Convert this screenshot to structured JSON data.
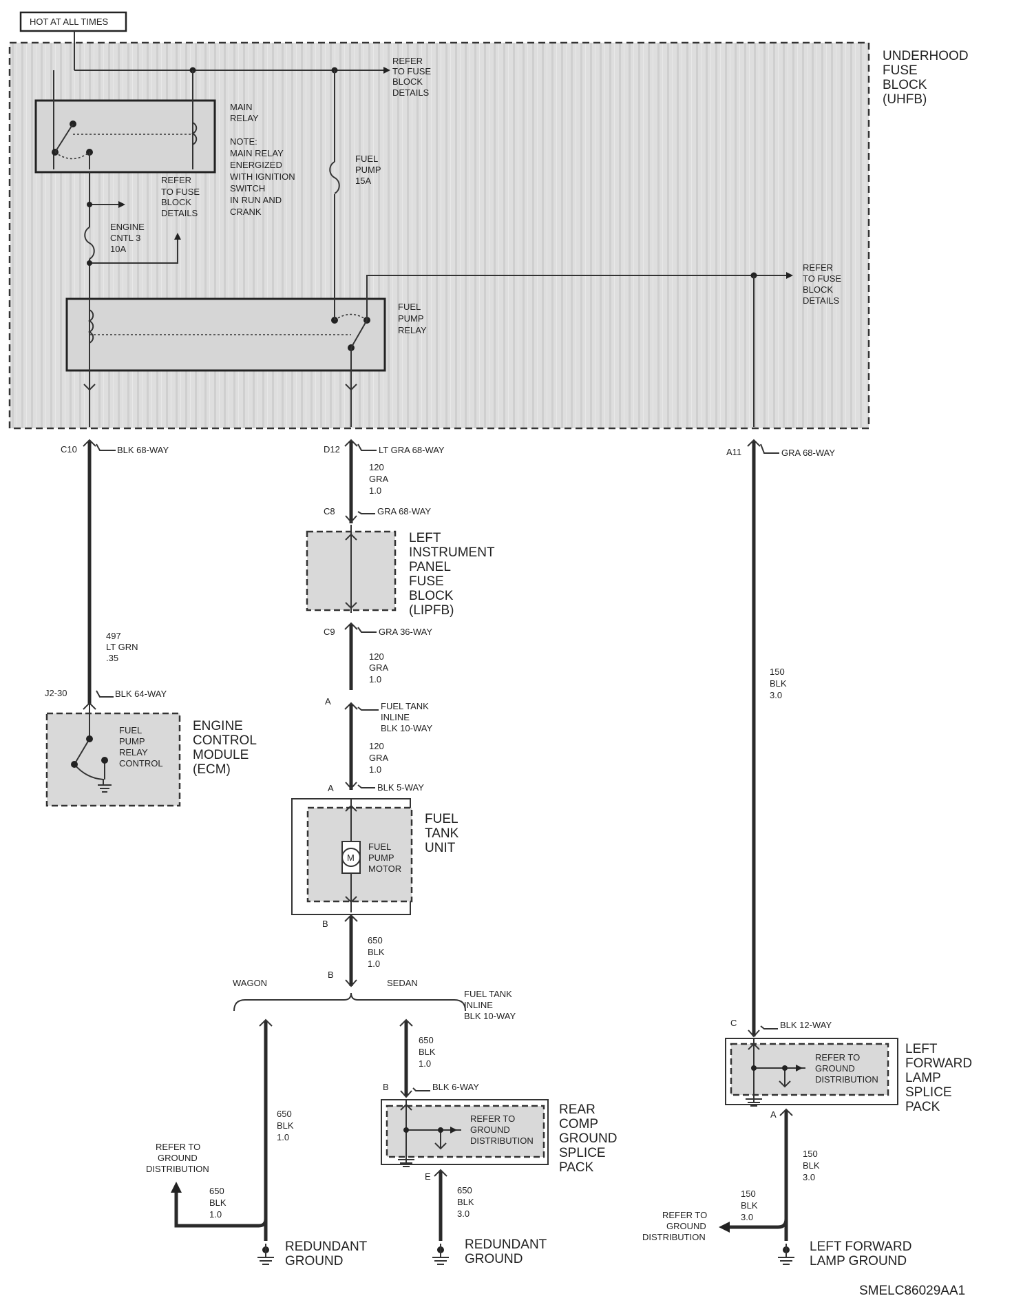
{
  "hot_label": "HOT AT ALL TIMES",
  "uhfb": [
    "UNDERHOOD",
    "FUSE",
    "BLOCK",
    "(UHFB)"
  ],
  "refer_fuse": [
    "REFER",
    "TO FUSE",
    "BLOCK",
    "DETAILS"
  ],
  "main_relay": [
    "MAIN",
    "RELAY"
  ],
  "note": [
    "NOTE:",
    "MAIN RELAY",
    "ENERGIZED",
    "WITH IGNITION",
    "SWITCH",
    "IN RUN AND",
    "CRANK"
  ],
  "engine_fuse": [
    "ENGINE",
    "CNTL 3",
    "10A"
  ],
  "fuel_pump_fuse": [
    "FUEL",
    "PUMP",
    "15A"
  ],
  "fuel_pump_relay": [
    "FUEL",
    "PUMP",
    "RELAY"
  ],
  "c10": "C10",
  "c10_conn": "BLK 68-WAY",
  "d12": "D12",
  "d12_conn": "LT GRA 68-WAY",
  "a11": "A11",
  "a11_conn": "GRA 68-WAY",
  "wire_497": [
    "497",
    "LT GRN",
    ".35"
  ],
  "j2_30": "J2-30",
  "j2_conn": "BLK 64-WAY",
  "ecm_inner": [
    "FUEL",
    "PUMP",
    "RELAY",
    "CONTROL"
  ],
  "ecm": [
    "ENGINE",
    "CONTROL",
    "MODULE",
    "(ECM)"
  ],
  "wire_120": [
    "120",
    "GRA",
    "1.0"
  ],
  "c8": "C8",
  "c8_conn": "GRA 68-WAY",
  "lipfb": [
    "LEFT",
    "INSTRUMENT",
    "PANEL",
    "FUSE",
    "BLOCK",
    "(LIPFB)"
  ],
  "c9": "C9",
  "c9_conn": "GRA 36-WAY",
  "pin_a": "A",
  "inline_conn": [
    "FUEL TANK",
    "INLINE",
    "BLK 10-WAY"
  ],
  "blk5": "BLK 5-WAY",
  "fuel_tank_unit": [
    "FUEL",
    "TANK",
    "UNIT"
  ],
  "motor_m": "M",
  "motor_label": [
    "FUEL",
    "PUMP",
    "MOTOR"
  ],
  "pin_b": "B",
  "wire_650_10": [
    "650",
    "BLK",
    "1.0"
  ],
  "wagon": "WAGON",
  "sedan": "SEDAN",
  "blk6": "BLK 6-WAY",
  "refer_ground": [
    "REFER TO",
    "GROUND",
    "DISTRIBUTION"
  ],
  "rear_comp": [
    "REAR",
    "COMP",
    "GROUND",
    "SPLICE",
    "PACK"
  ],
  "pin_e": "E",
  "wire_650_30": [
    "650",
    "BLK",
    "3.0"
  ],
  "redundant": [
    "REDUNDANT",
    "GROUND"
  ],
  "wire_150_30": [
    "150",
    "BLK",
    "3.0"
  ],
  "pin_c": "C",
  "blk12": "BLK 12-WAY",
  "lflsp": [
    "LEFT",
    "FORWARD",
    "LAMP",
    "SPLICE",
    "PACK"
  ],
  "lflg": [
    "LEFT FORWARD",
    "LAMP GROUND"
  ],
  "doc_code": "SMELC86029AA1"
}
